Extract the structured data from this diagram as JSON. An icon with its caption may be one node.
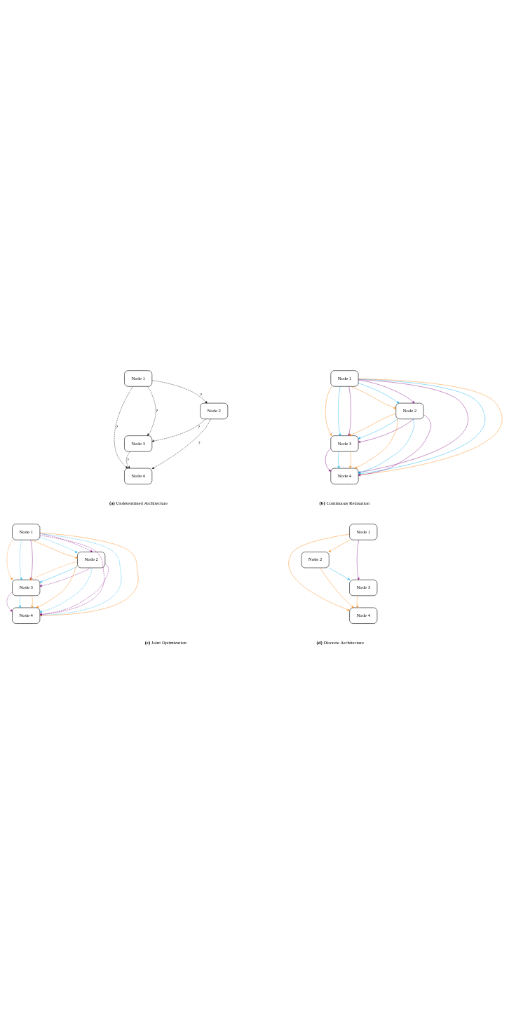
{
  "diagram": {
    "nodes": [
      {
        "text": [
          "Node 1"
        ]
      },
      {
        "text": [
          "Node 2"
        ]
      },
      {
        "text": [
          "Node 3"
        ]
      },
      {
        "text": [
          "Node 4"
        ]
      },
      {
        "text": [
          "Node 1"
        ]
      },
      {
        "text": [
          "Node 2"
        ]
      },
      {
        "text": [
          "Node 3"
        ]
      },
      {
        "text": [
          "Node 4"
        ]
      },
      {
        "text": [
          "Node 1"
        ]
      },
      {
        "text": [
          "Node 2"
        ]
      },
      {
        "text": [
          "Node 3"
        ]
      },
      {
        "text": [
          "Node 4"
        ]
      },
      {
        "text": [
          "Node 1"
        ]
      },
      {
        "text": [
          "Node 2"
        ]
      },
      {
        "text": [
          "Node 3"
        ]
      },
      {
        "text": [
          "Node 4"
        ]
      }
    ],
    "edges": [
      {
        "from": 0,
        "to": 1,
        "arrow": "to",
        "label": "?",
        "style": "dashed",
        "color": "#000000"
      },
      {
        "from": 0,
        "to": 2,
        "arrow": "to",
        "label": "?",
        "style": "dashed",
        "color": "#000000"
      },
      {
        "from": 0,
        "to": 3,
        "arrow": "to",
        "label": "?",
        "style": "dashed",
        "color": "#000000"
      },
      {
        "from": 1,
        "to": 2,
        "arrow": "to",
        "label": "?",
        "style": "dashed",
        "color": "#000000"
      },
      {
        "from": 1,
        "to": 3,
        "arrow": "to",
        "label": "?",
        "style": "dashed",
        "color": "#000000"
      },
      {
        "from": 2,
        "to": 3,
        "arrow": "to",
        "label": "?",
        "style": "dashed",
        "color": "#000000"
      },
      {
        "from": 4,
        "to": 5,
        "arrow": "to",
        "color": "#ff8000"
      },
      {
        "from": 4,
        "to": 5,
        "arrow": "to",
        "color": "#00aeef"
      },
      {
        "from": 4,
        "to": 5,
        "arrow": "to",
        "color": "#7f007f"
      },
      {
        "from": 4,
        "to": 6,
        "arrow": "to",
        "color": "#ff8000"
      },
      {
        "from": 4,
        "to": 6,
        "arrow": "to",
        "color": "#00aeef"
      },
      {
        "from": 4,
        "to": 6,
        "arrow": "to",
        "color": "#7f007f"
      },
      {
        "from": 4,
        "to": 7,
        "arrow": "to",
        "color": "#7f007f"
      },
      {
        "from": 4,
        "to": 7,
        "arrow": "to",
        "color": "#00aeef"
      },
      {
        "from": 4,
        "to": 7,
        "arrow": "to",
        "color": "#ff8000"
      },
      {
        "from": 5,
        "to": 6,
        "arrow": "to",
        "color": "#ff8000"
      },
      {
        "from": 5,
        "to": 6,
        "arrow": "to",
        "color": "#00aeef"
      },
      {
        "from": 5,
        "to": 6,
        "arrow": "to",
        "color": "#7f007f"
      },
      {
        "from": 5,
        "to": 7,
        "arrow": "to",
        "color": "#ff8000"
      },
      {
        "from": 5,
        "to": 7,
        "arrow": "to",
        "color": "#00aeef"
      },
      {
        "from": 5,
        "to": 7,
        "arrow": "to",
        "color": "#7f007f"
      },
      {
        "from": 6,
        "to": 7,
        "arrow": "to",
        "color": "#7f007f"
      },
      {
        "from": 6,
        "to": 7,
        "arrow": "to",
        "color": "#00aeef"
      },
      {
        "from": 6,
        "to": 7,
        "arrow": "to",
        "color": "#ff8000"
      },
      {
        "from": 8,
        "to": 9,
        "arrow": "to",
        "color": "#ff8000"
      },
      {
        "from": 8,
        "to": 9,
        "arrow": "to",
        "color": "#00aeef",
        "style": "dashed"
      },
      {
        "from": 8,
        "to": 9,
        "arrow": "to",
        "color": "#7f007f",
        "style": "dashed"
      },
      {
        "from": 8,
        "to": 10,
        "arrow": "to",
        "color": "#ff8000",
        "style": "dashed"
      },
      {
        "from": 8,
        "to": 10,
        "arrow": "to",
        "color": "#00aeef",
        "style": "dashed"
      },
      {
        "from": 8,
        "to": 10,
        "arrow": "to",
        "color": "#7f007f"
      },
      {
        "from": 8,
        "to": 11,
        "arrow": "to",
        "color": "#7f007f",
        "style": "dashed"
      },
      {
        "from": 8,
        "to": 11,
        "arrow": "to",
        "color": "#00aeef",
        "style": "dashed"
      },
      {
        "from": 8,
        "to": 11,
        "arrow": "to",
        "color": "#ff8000"
      },
      {
        "from": 9,
        "to": 10,
        "arrow": "to",
        "color": "#ff8000",
        "style": "dashed"
      },
      {
        "from": 9,
        "to": 10,
        "arrow": "to",
        "color": "#00aeef"
      },
      {
        "from": 9,
        "to": 10,
        "arrow": "to",
        "color": "#7f007f",
        "style": "dashed"
      },
      {
        "from": 9,
        "to": 11,
        "arrow": "to",
        "color": "#ff8000"
      },
      {
        "from": 9,
        "to": 11,
        "arrow": "to",
        "color": "#00aeef",
        "style": "dashed"
      },
      {
        "from": 9,
        "to": 11,
        "arrow": "to",
        "color": "#7f007f",
        "style": "dashed"
      },
      {
        "from": 10,
        "to": 11,
        "arrow": "to",
        "color": "#7f007f",
        "style": "dashed"
      },
      {
        "from": 10,
        "to": 11,
        "arrow": "to",
        "color": "#00aeef",
        "style": "dashed"
      },
      {
        "from": 10,
        "to": 11,
        "arrow": "to",
        "color": "#ff8000"
      },
      {
        "from": 12,
        "to": 13,
        "arrow": "to",
        "color": "#ff8000"
      },
      {
        "from": 12,
        "to": 14,
        "arrow": "to",
        "color": "#7f007f"
      },
      {
        "from": 12,
        "to": 15,
        "arrow": "to",
        "color": "#ff8000"
      },
      {
        "from": 13,
        "to": 14,
        "arrow": "to",
        "color": "#00aeef"
      },
      {
        "from": 13,
        "to": 15,
        "arrow": "to",
        "color": "#ff8000"
      },
      {
        "from": 14,
        "to": 15,
        "arrow": "to",
        "color": "#ff8000"
      }
    ],
    "labels": [
      "**(a)** Undetermined Architecture",
      "**(b)** Continuous Relaxation",
      "**(c)** Joint Optimization",
      "**(d)** Discrete Architecture"
    ]
  }
}
